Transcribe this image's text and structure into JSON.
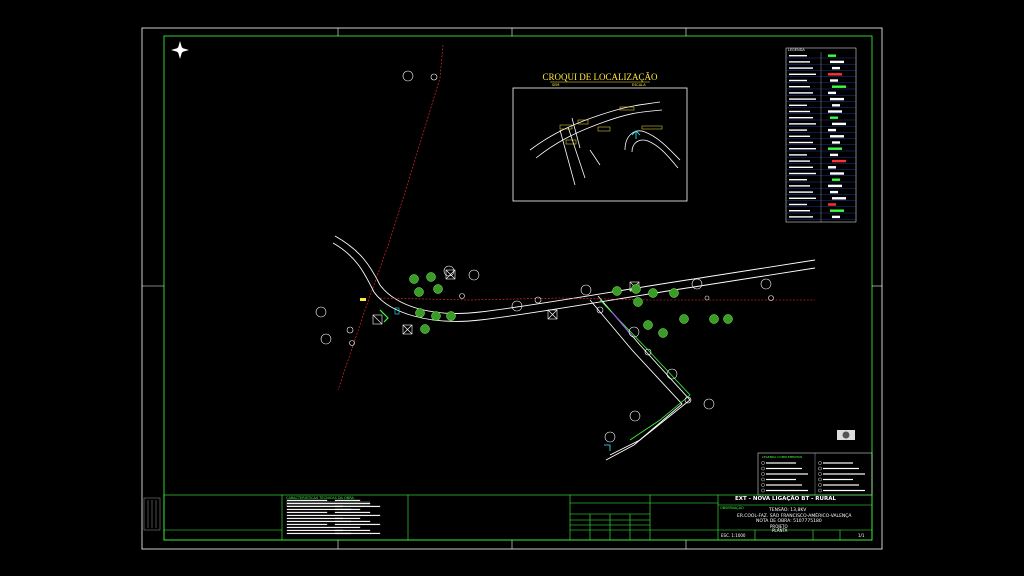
{
  "croqui": {
    "title": "CROQUI DE LOCALIZAÇÃO",
    "sub_left": "SEM",
    "sub_right": "ESCALA"
  },
  "title_block": {
    "main": "EXT - NOVA LIGAÇÃO  BT - RURAL",
    "tensao": "TENSÃO: 13,8KV",
    "local": "ER.COOL-FAZ. SÃO FRANCISCO-AMÉRICO-VALENÇA",
    "nota": "NOTA DE OBRA: 5107775180",
    "projeto": "PROJETO",
    "planta": "PLANTA",
    "escala": "ESC. 1:1000",
    "folha": "1/1",
    "obs_label": "OBSERVAÇÃO",
    "caract_label": "CARACTERÍSTICAS TÉCNICAS DA OBRA",
    "notas_label": "NOTAS"
  },
  "legend": {
    "title": "LEGENDA",
    "rows": 27
  },
  "small_legend": {
    "title": "LEGENDA COMPLEMENTAR",
    "items": 6
  },
  "map": {
    "north_symbol": "north-arrow"
  },
  "colors": {
    "frame": "#ffffff",
    "green": "#3cff3c",
    "red": "#ff3030",
    "yellow": "#ffea3c",
    "blue": "#3060ff",
    "cyan": "#3cf0ff"
  }
}
